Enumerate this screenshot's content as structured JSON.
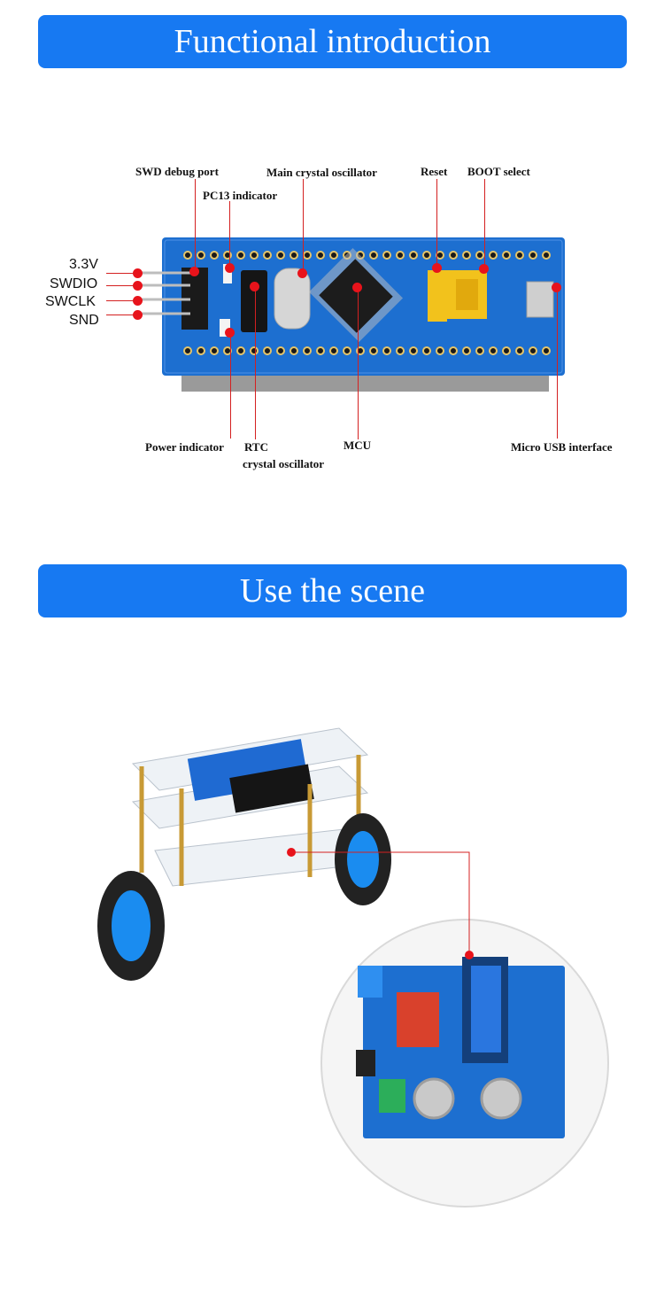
{
  "sections": {
    "functional_title": "Functional introduction",
    "scene_title": "Use the scene"
  },
  "board_labels": {
    "swd_debug_port": "SWD debug port",
    "pc13_indicator": "PC13 indicator",
    "main_crystal": "Main crystal oscillator",
    "reset": "Reset",
    "boot_select": "BOOT select",
    "power_indicator": "Power indicator",
    "rtc_line1": "RTC",
    "rtc_line2": "crystal oscillator",
    "mcu": "MCU",
    "micro_usb": "Micro USB interface"
  },
  "pins": [
    "3.3V",
    "SWDIO",
    "SWCLK",
    "SND"
  ],
  "colors": {
    "banner": "#1779f2",
    "board": "#1d6fd0",
    "marker": "#e8131b"
  }
}
